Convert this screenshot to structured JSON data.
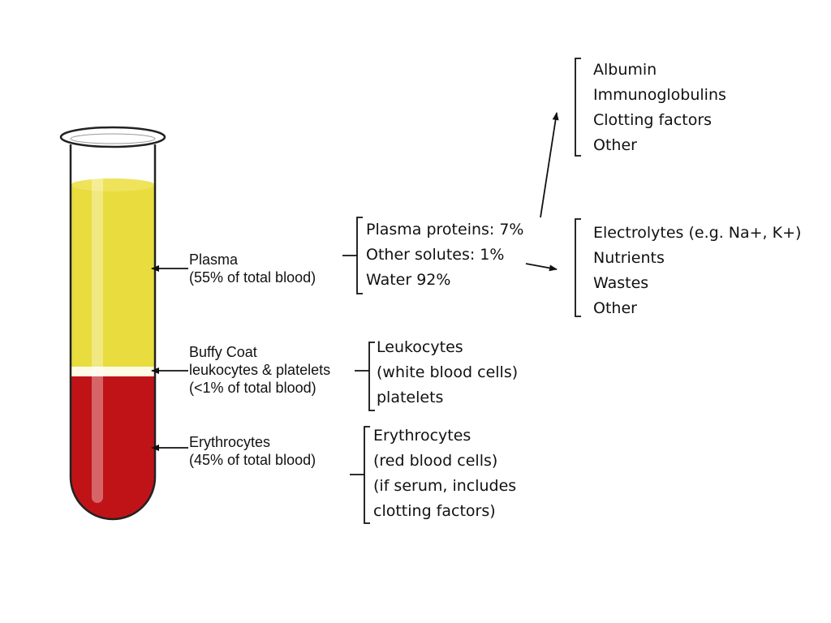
{
  "colors": {
    "plasma": "#e8dc3e",
    "buffy_coat": "#fffbe6",
    "erythrocytes": "#c01318",
    "tube_outline": "#222222"
  },
  "tube_labels": {
    "plasma": [
      "Plasma",
      "(55% of total blood)"
    ],
    "buffy": [
      "Buffy Coat",
      "leukocytes & platelets",
      "(<1% of total blood)"
    ],
    "erythro": [
      "Erythrocytes",
      "(45% of total blood)"
    ]
  },
  "plasma_composition": [
    "Plasma proteins:  7%",
    "Other solutes: 1%",
    "Water 92%"
  ],
  "plasma_proteins": [
    "Albumin",
    "Immunoglobulins",
    "Clotting factors",
    "Other"
  ],
  "other_solutes": [
    "Electrolytes (e.g. Na+, K+)",
    "Nutrients",
    "Wastes",
    "Other"
  ],
  "buffy_details": [
    "Leukocytes",
    "(white blood cells)",
    "platelets"
  ],
  "erythro_details": [
    "Erythrocytes",
    "(red blood cells)",
    "(if serum, includes",
    "clotting factors)"
  ]
}
